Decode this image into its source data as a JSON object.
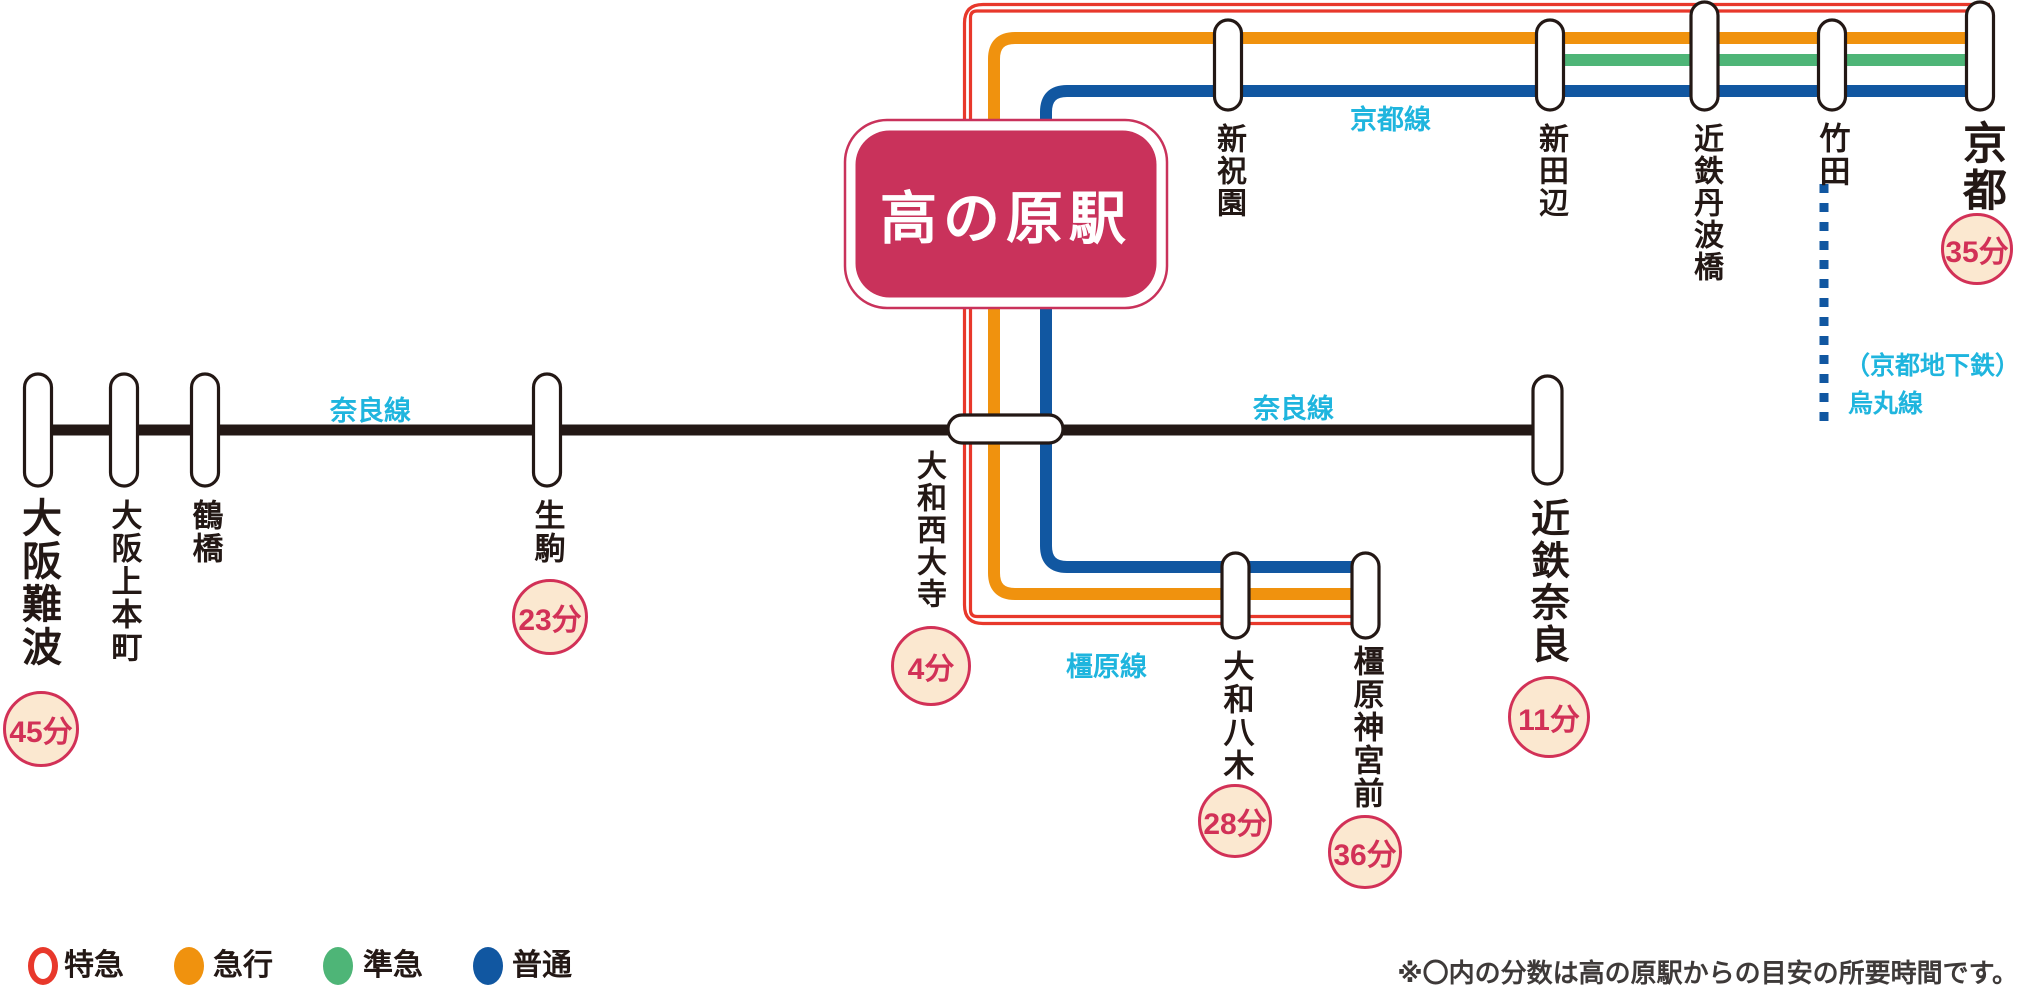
{
  "station_badge": {
    "label": "高の原駅"
  },
  "colors": {
    "limited_express_red": "#e8382b",
    "express_orange": "#f0920e",
    "semi_express_green": "#4eb577",
    "local_blue": "#1157a1",
    "nara_line_black": "#231815",
    "line_label_cyan": "#1fb5de",
    "badge_crimson": "#c9325b",
    "time_badge_border": "#d23157",
    "time_badge_fill": "#fbe8d0",
    "note_text": "#3e3a39"
  },
  "lines": {
    "nara_left_label": "奈良線",
    "nara_right_label": "奈良線",
    "kyoto_label": "京都線",
    "kashihara_label": "橿原線",
    "karasuma_paren_label": "（京都地下鉄）",
    "karasuma_label": "烏丸線"
  },
  "stations": {
    "osaka_namba": {
      "name": "大阪難波",
      "time": "45分"
    },
    "osaka_uehommachi": {
      "name": "大阪上本町"
    },
    "tsuruhashi": {
      "name": "鶴橋"
    },
    "ikoma": {
      "name": "生駒",
      "time": "23分"
    },
    "yamato_saidaiji": {
      "name": "大和西大寺",
      "time": "4分"
    },
    "kintetsu_nara": {
      "name": "近鉄奈良",
      "time": "11分"
    },
    "shin_hosono": {
      "name": "新祝園"
    },
    "shin_tanabe": {
      "name": "新田辺"
    },
    "kintetsu_tambabashi": {
      "name": "近鉄丹波橋"
    },
    "takeda": {
      "name": "竹田"
    },
    "kyoto": {
      "name": "京都",
      "time": "35分"
    },
    "yamato_yagi": {
      "name": "大和八木",
      "time": "28分"
    },
    "kashiharajingu_mae": {
      "name": "橿原神宮前",
      "time": "36分"
    }
  },
  "legend": [
    {
      "label": "特急",
      "style": "ring",
      "color": "#e8382b"
    },
    {
      "label": "急行",
      "style": "fill",
      "color": "#f0920e"
    },
    {
      "label": "準急",
      "style": "fill",
      "color": "#4eb577"
    },
    {
      "label": "普通",
      "style": "fill",
      "color": "#1157a1"
    }
  ],
  "note": "※〇内の分数は高の原駅からの目安の所要時間です。"
}
